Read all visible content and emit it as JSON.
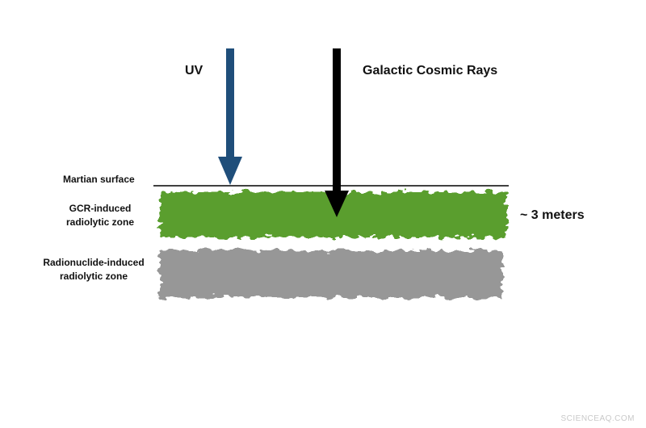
{
  "labels": {
    "uv": "UV",
    "gcr": "Galactic Cosmic Rays",
    "surface": "Martian surface",
    "gcr_zone_line1": "GCR-induced",
    "gcr_zone_line2": "radiolytic zone",
    "radionuclide_zone_line1": "Radionuclide-induced",
    "radionuclide_zone_line2": "radiolytic zone",
    "depth": "~ 3 meters"
  },
  "colors": {
    "uv_arrow": "#1f4e7a",
    "gcr_arrow": "#000000",
    "gcr_zone": "#5a9e2f",
    "radionuclide_zone": "#979797",
    "surface_line": "#000000"
  },
  "watermark": "SCIENCEAQ.COM"
}
